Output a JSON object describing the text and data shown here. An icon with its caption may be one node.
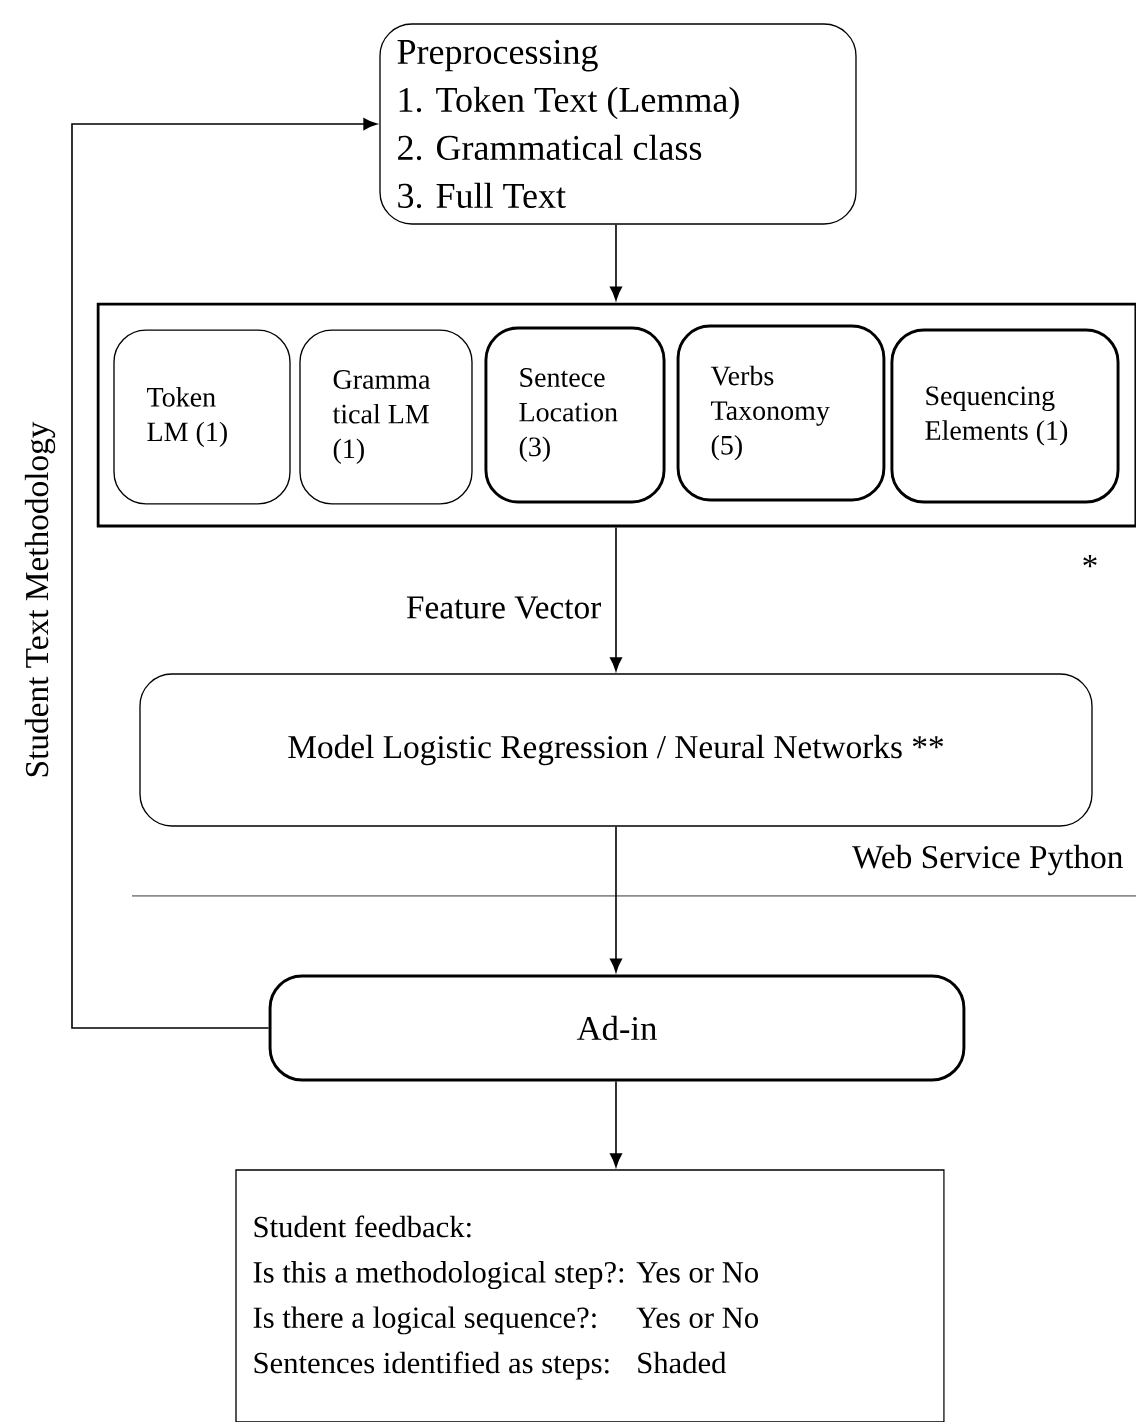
{
  "diagram": {
    "nodes": [
      {
        "text": [
          "Preprocessing",
          "1. Token Text (Lemma)",
          "2. Grammatical class",
          "3. Full Text"
        ]
      },
      {
        "text": [],
        "shape": "box"
      },
      {
        "text": [
          "Token LM (1)"
        ],
        "in": 1
      },
      {
        "text": [
          "Gramma tical LM (1)"
        ],
        "in": 1
      },
      {
        "text": [
          "Sentece Location (3)"
        ],
        "in": 1
      },
      {
        "text": [
          "Verbs Taxonomy (5)"
        ],
        "in": 1
      },
      {
        "text": [
          "Sequencing Elements (1)"
        ],
        "in": 1
      },
      {
        "text": [
          "Model Logistic Regression / Neural Networks **"
        ]
      },
      {
        "text": [
          "Ad-in"
        ]
      },
      {
        "text": [
          "Student feedback:",
          "Is this a methodological step?:",
          "Yes or No",
          "Is there a logical sequence?:",
          "Yes or No",
          "Sentences identified as steps:",
          "Shaded"
        ]
      }
    ],
    "edges": [
      {
        "from": 0,
        "to": 1,
        "arrow": "to"
      },
      {
        "from": 1,
        "to": 7,
        "arrow": "to",
        "label": "Feature Vector"
      },
      {
        "from": 7,
        "to": 8,
        "arrow": "to"
      },
      {
        "from": 8,
        "to": 9,
        "arrow": "to"
      },
      {
        "from": 8,
        "to": 0,
        "arrow": "to",
        "label": "Student Text Methodology"
      }
    ],
    "labels": [
      "*",
      "Web Service Python"
    ]
  }
}
